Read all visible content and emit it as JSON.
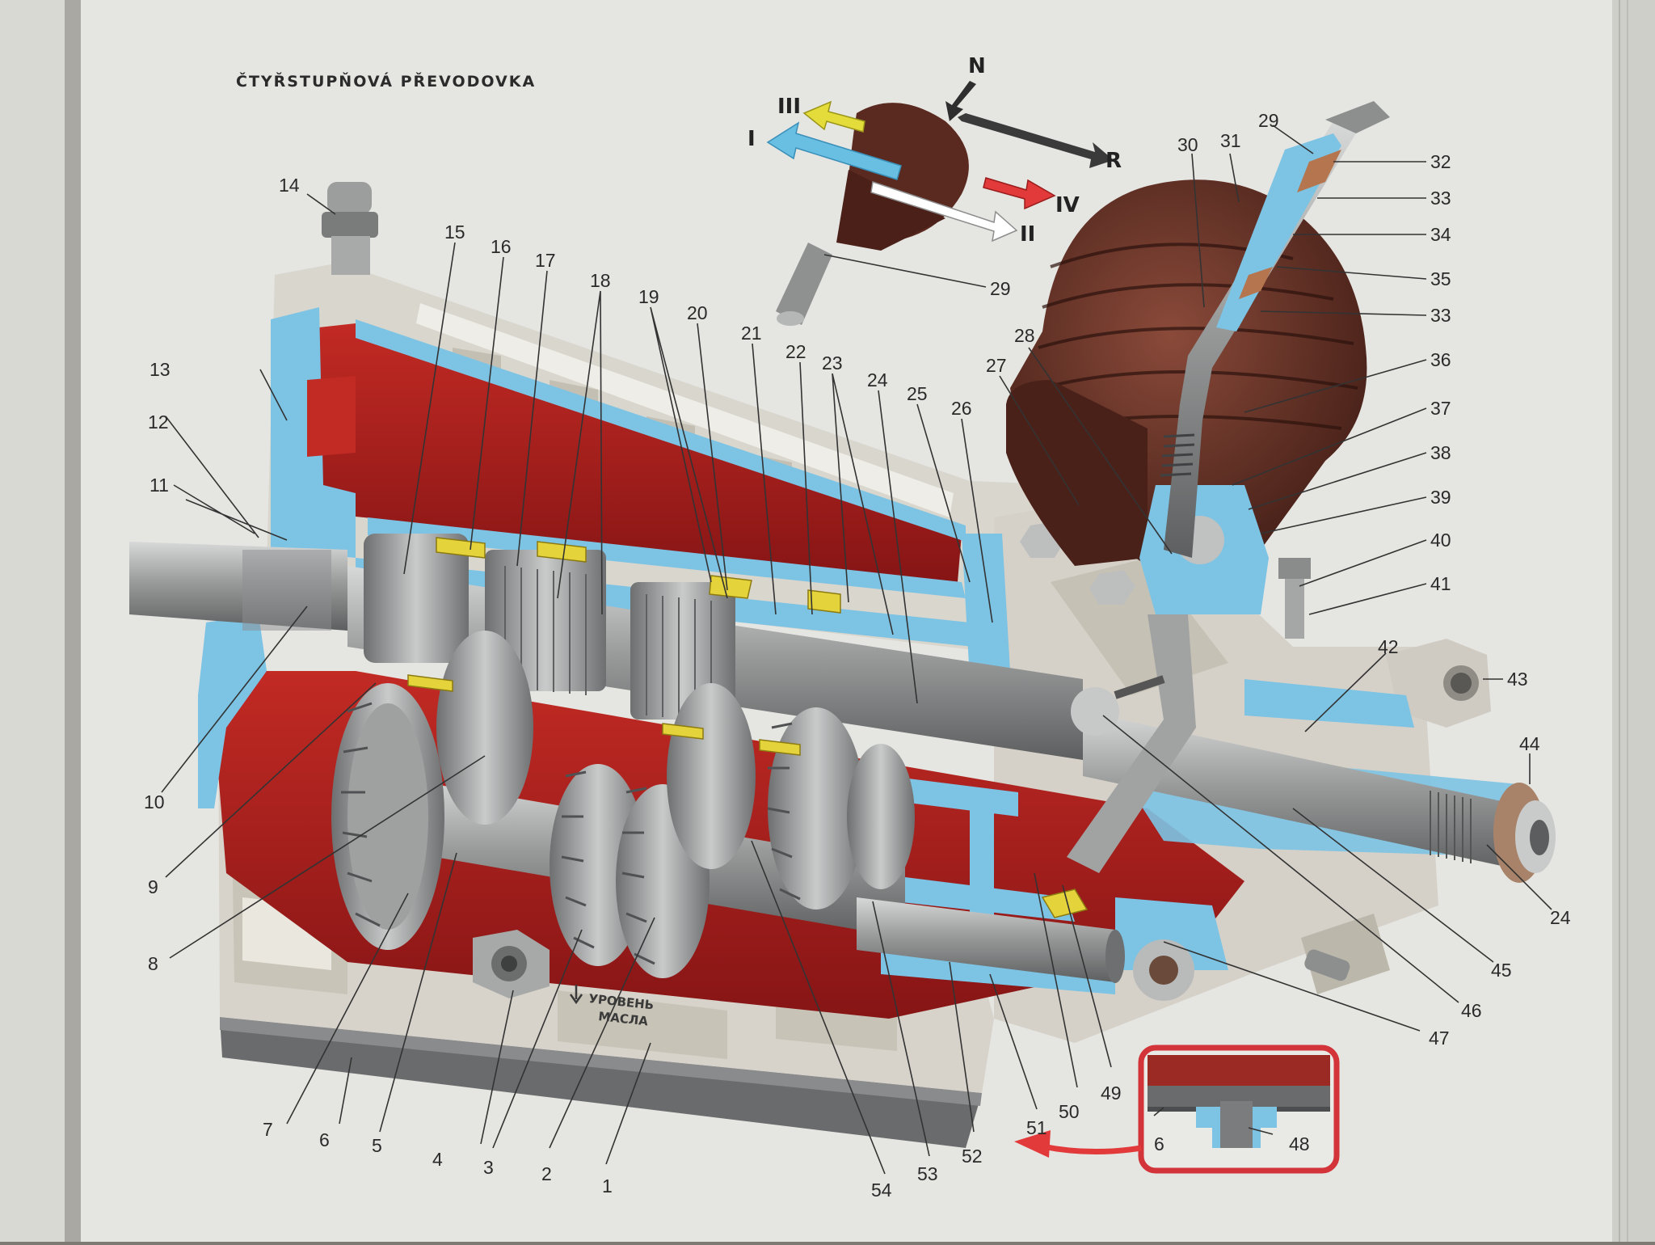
{
  "title": "ČTYŘSTUPŇOVÁ PŘEVODOVKA",
  "oil_level_label": [
    "УРОВЕНЬ",
    "МАСЛА"
  ],
  "shift_pattern": {
    "positions": [
      "I",
      "II",
      "III",
      "IV",
      "N",
      "R"
    ]
  },
  "colors": {
    "page": "#e6e6e2",
    "housing": "#d8d5cc",
    "section_blue": "#7cc3e4",
    "oil_red": "#b21f1f",
    "boot_brown": "#5a2a20",
    "steel": "#a9abab",
    "arrow_I": "#68bfe2",
    "arrow_III": "#e3dc3a",
    "arrow_IV": "#e23a3a",
    "arrow_R": "#3a3a3a",
    "arrow_II": "#ffffff"
  },
  "callouts": [
    "1",
    "2",
    "3",
    "4",
    "5",
    "6",
    "7",
    "8",
    "9",
    "10",
    "11",
    "12",
    "13",
    "14",
    "15",
    "16",
    "17",
    "18",
    "19",
    "20",
    "21",
    "22",
    "23",
    "24",
    "25",
    "26",
    "27",
    "28",
    "29",
    "29",
    "30",
    "31",
    "32",
    "33",
    "33",
    "34",
    "35",
    "36",
    "37",
    "38",
    "39",
    "40",
    "41",
    "42",
    "43",
    "44",
    "24",
    "45",
    "46",
    "47",
    "48",
    "6",
    "49",
    "50",
    "51",
    "52",
    "53",
    "54"
  ]
}
